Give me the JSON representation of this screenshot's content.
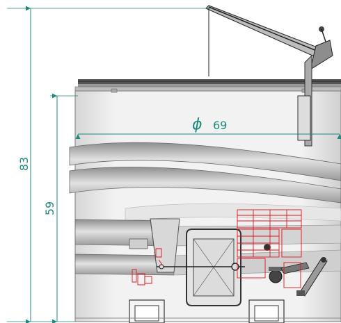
{
  "drawing": {
    "dimensions": {
      "diameter": {
        "symbol": "ϕ",
        "value": "69"
      },
      "total_height": {
        "value": "83"
      },
      "body_height": {
        "value": "59"
      }
    },
    "colors": {
      "dimension": "#1f8a7e",
      "annotation": "#e0141e",
      "vessel_fill": "#eeeeee",
      "vessel_stroke": "#7a7a7a",
      "band_fill": "#c8c8c8",
      "dark": "#333333"
    }
  }
}
